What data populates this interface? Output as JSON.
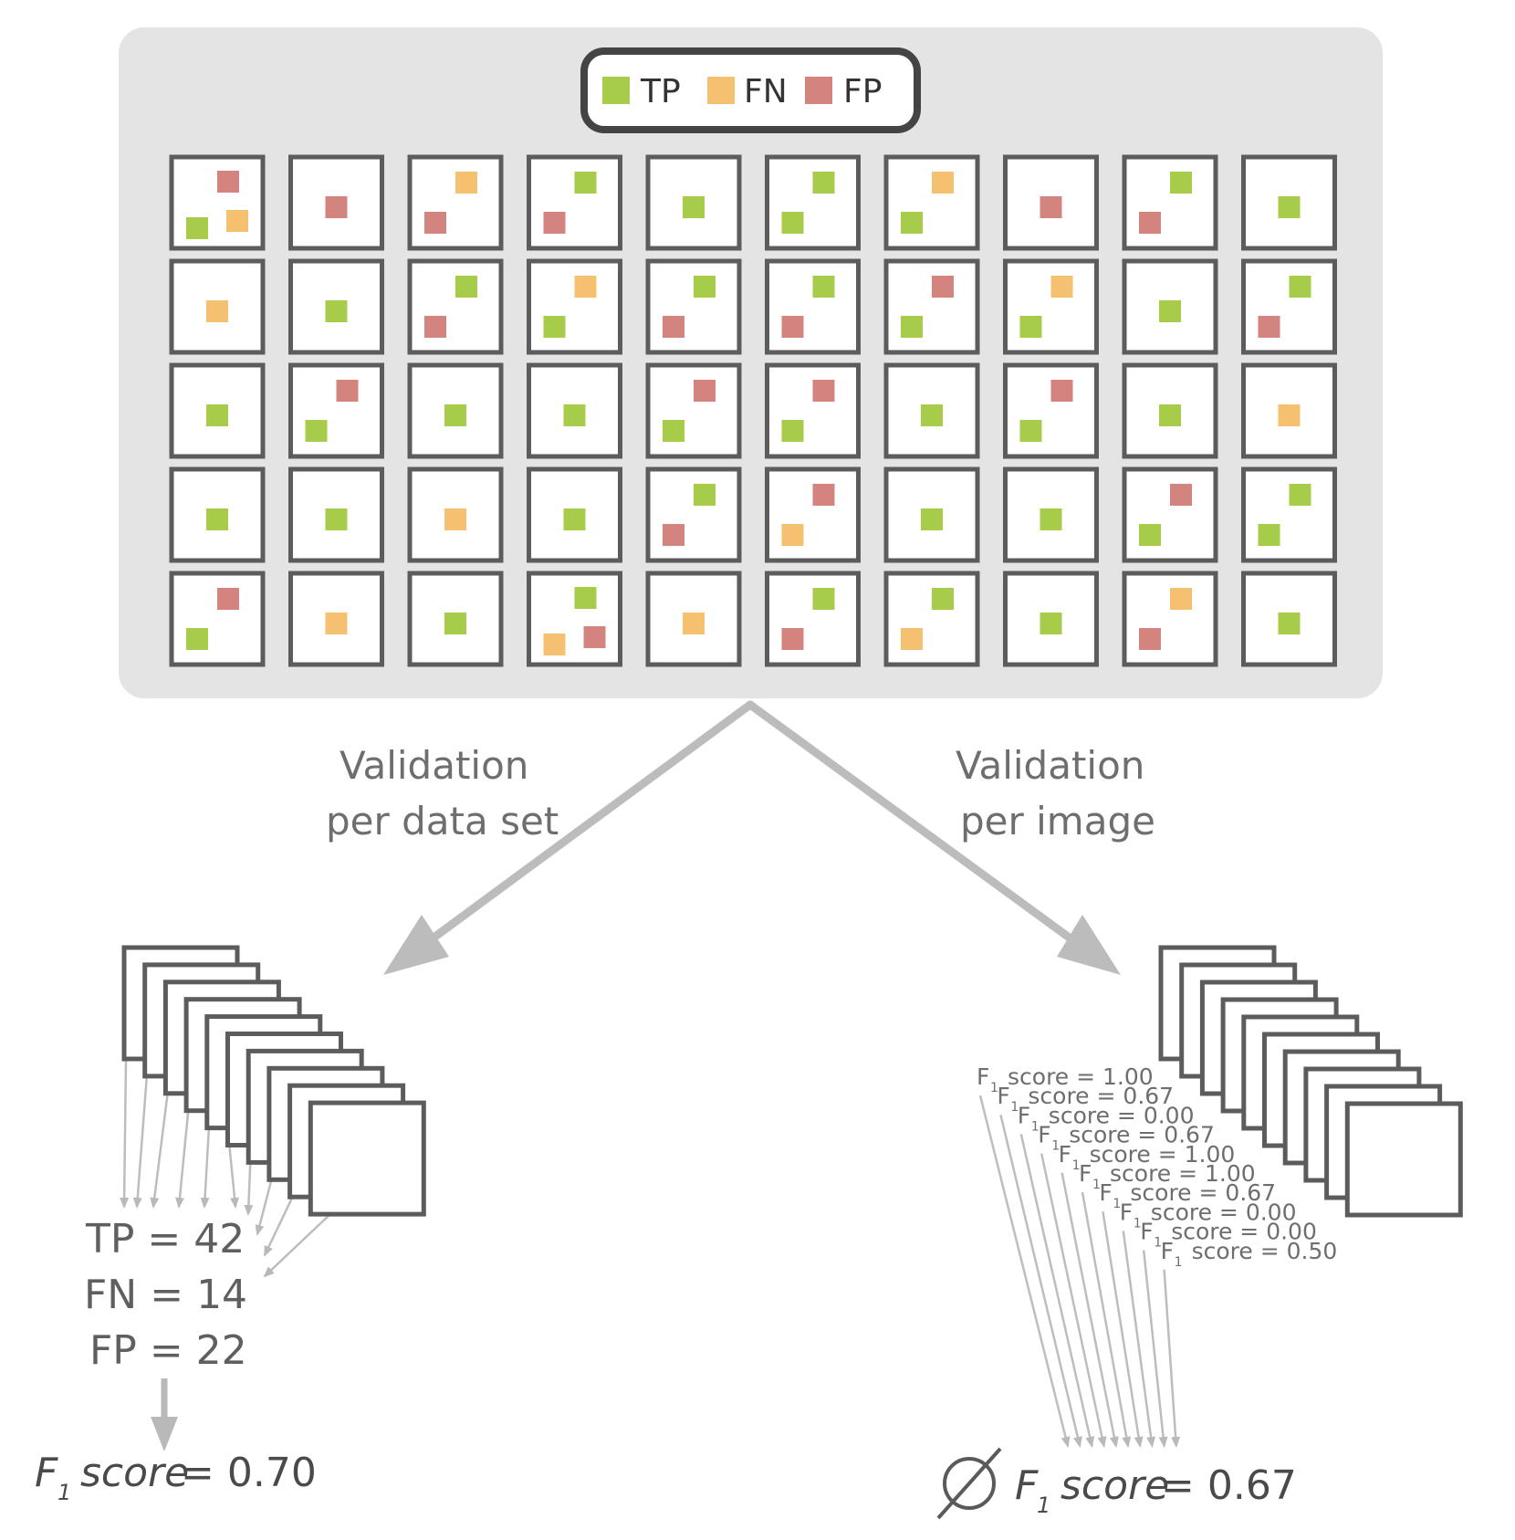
{
  "legend": {
    "items": [
      {
        "label": "TP",
        "color": "#a6cc4a"
      },
      {
        "label": "FN",
        "color": "#f5c06f"
      },
      {
        "label": "FP",
        "color": "#d3847f"
      }
    ]
  },
  "branches": {
    "left_label_line1": "Validation",
    "left_label_line2": "per data set",
    "right_label_line1": "Validation",
    "right_label_line2": "per image"
  },
  "left_result": {
    "tp": "TP = 42",
    "fn": "FN = 14",
    "fp": "FP = 22",
    "f_letter": "F",
    "f_sub": "1",
    "score_word": "score",
    "score_value": "= 0.70"
  },
  "right_result": {
    "mean_symbol": "∅",
    "f_letter": "F",
    "f_sub": "1",
    "score_word": "score",
    "score_value": "= 0.67",
    "per_image_scores": [
      {
        "f": "F",
        "sub": "1",
        "text": "score = 1.00"
      },
      {
        "f": "F",
        "sub": "1",
        "text": "score = 0.67"
      },
      {
        "f": "F",
        "sub": "1",
        "text": "score = 0.00"
      },
      {
        "f": "F",
        "sub": "1",
        "text": "score = 0.67"
      },
      {
        "f": "F",
        "sub": "1",
        "text": "score = 1.00"
      },
      {
        "f": "F",
        "sub": "1",
        "text": "score = 1.00"
      },
      {
        "f": "F",
        "sub": "1",
        "text": "score = 0.67"
      },
      {
        "f": "F",
        "sub": "1",
        "text": "score = 0.00"
      },
      {
        "f": "F",
        "sub": "1",
        "text": "score = 0.00"
      },
      {
        "f": "F",
        "sub": "1",
        "text": "score = 0.50"
      }
    ]
  },
  "grid": {
    "rows": 5,
    "cols": 10,
    "cells": [
      [
        "FP TP FN",
        "FP",
        "FN FP",
        "TP FP",
        "TP",
        "TP TP",
        "FN TP",
        "FP",
        "TP FP",
        "TP"
      ],
      [
        "FN",
        "TP",
        "TP FP",
        "FN TP",
        "TP FP",
        "TP FP",
        "FP TP",
        "FN TP",
        "TP",
        "TP FP"
      ],
      [
        "TP",
        "FP TP",
        "TP",
        "TP",
        "FP TP",
        "FP TP",
        "TP",
        "FP TP",
        "TP",
        "FN"
      ],
      [
        "TP",
        "TP",
        "FN",
        "TP",
        "TP FP",
        "FP FN",
        "TP",
        "TP",
        "FP TP",
        "TP TP"
      ],
      [
        "FP TP",
        "FN",
        "TP",
        "TP FN FP",
        "FN",
        "TP FP",
        "TP FN",
        "TP",
        "FN FP",
        "TP"
      ]
    ]
  }
}
